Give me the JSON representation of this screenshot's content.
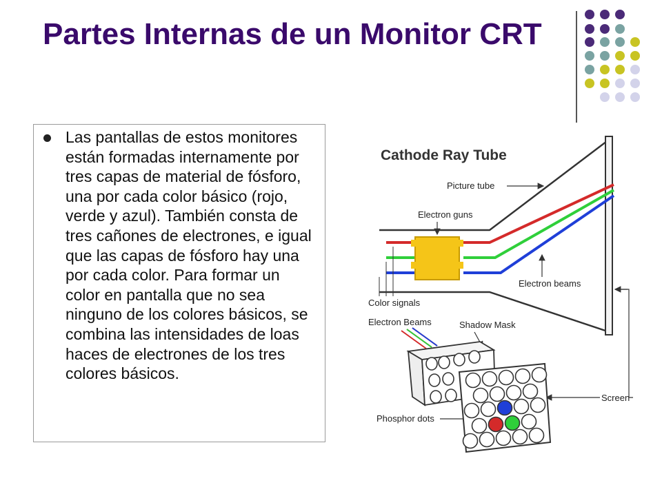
{
  "slide": {
    "title": "Partes Internas de un Monitor CRT",
    "body_text": "Las pantallas de estos monitores están formadas internamente por tres capas de material de fósforo, una por cada color básico (rojo, verde y azul). También consta de tres cañones de electrones, e igual que las capas de fósforo hay una por cada color. Para formar un color en pantalla que no sea ninguno de los colores básicos, se combina las intensidades de loas haces de electrones de los tres colores básicos."
  },
  "diagram": {
    "title": "Cathode Ray Tube",
    "labels": {
      "picture_tube": "Picture tube",
      "electron_guns": "Electron guns",
      "electron_beams": "Electron beams",
      "color_signals": "Color signals",
      "electron_beams_cap": "Electron Beams",
      "shadow_mask": "Shadow Mask",
      "screen": "Screen",
      "phosphor_dots": "Phosphor dots"
    },
    "colors": {
      "red": "#d42a2a",
      "green": "#2fcf3a",
      "blue": "#1f3fd8",
      "gun": "#f5c518"
    }
  },
  "decor": {
    "title_color": "#3a0a6b",
    "dot_colors": {
      "purple": "#4b2a78",
      "teal": "#7aa3a2",
      "olive": "#c8c423",
      "lavender": "#d3d3ea"
    }
  }
}
